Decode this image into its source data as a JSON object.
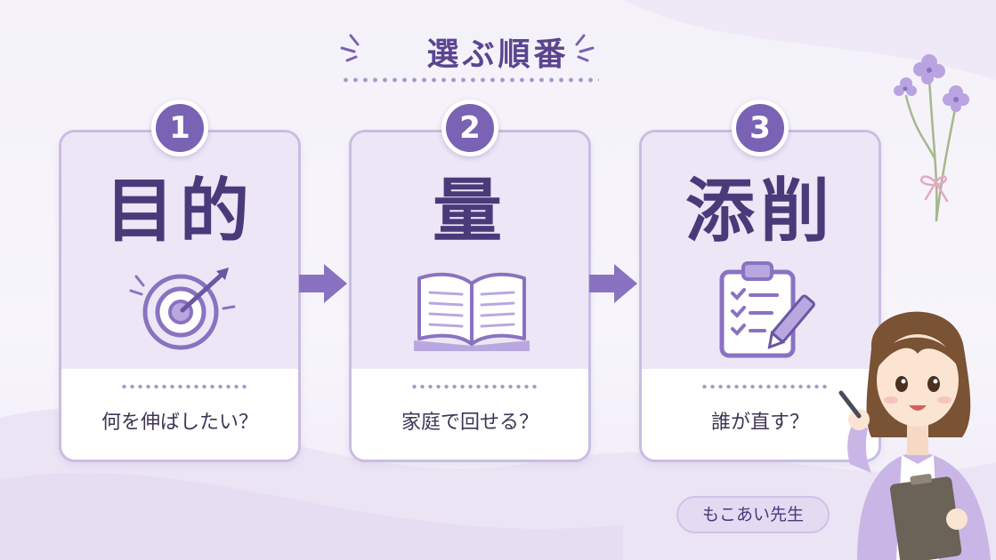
{
  "title": "選ぶ順番",
  "steps": [
    {
      "number": "1",
      "heading": "目的",
      "question": "何を伸ばしたい？",
      "icon": "target-icon"
    },
    {
      "number": "2",
      "heading": "量",
      "question": "家庭で回せる？",
      "icon": "open-book-icon"
    },
    {
      "number": "3",
      "heading": "添削",
      "question": "誰が直す？",
      "icon": "clipboard-checklist-icon"
    }
  ],
  "teacher_name": "もこあい先生",
  "colors": {
    "accent": "#7a62b4",
    "heading": "#4a3a7a",
    "card_border": "#c9bde3",
    "card_top": "#ece6f6",
    "background": "#f4f1f9"
  }
}
